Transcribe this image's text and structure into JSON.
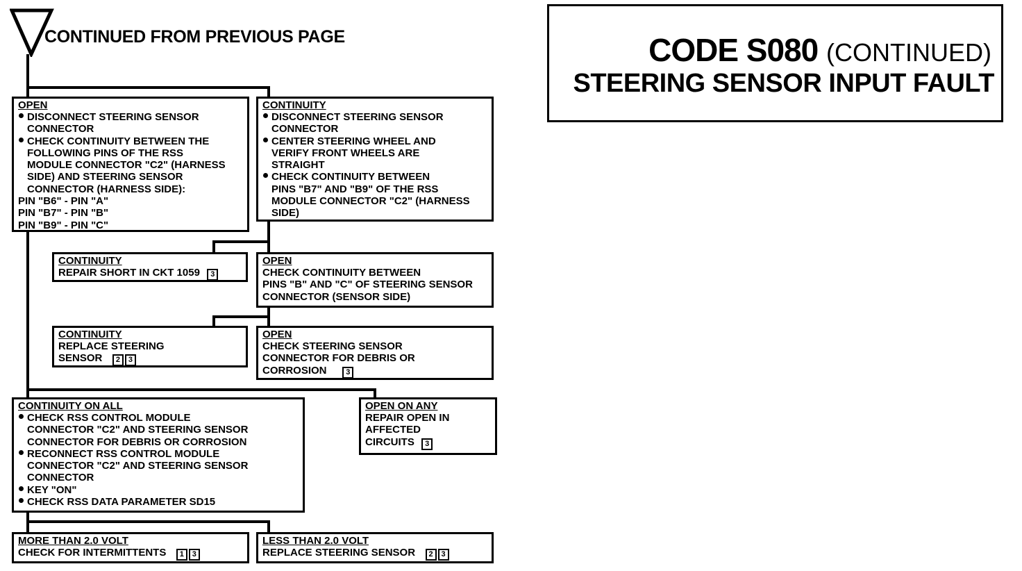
{
  "header": {
    "continued_from": "CONTINUED FROM PREVIOUS PAGE"
  },
  "title_block": {
    "code": "CODE S080",
    "continued": "(CONTINUED)",
    "fault_name": "STEERING SENSOR INPUT FAULT"
  },
  "boxes": {
    "open_1": {
      "header": "OPEN",
      "lines": [
        "DISCONNECT STEERING SENSOR",
        "CONNECTOR",
        "CHECK CONTINUITY BETWEEN THE",
        "FOLLOWING PINS OF THE RSS",
        "MODULE CONNECTOR \"C2\" (HARNESS",
        "SIDE) AND STEERING SENSOR",
        "CONNECTOR (HARNESS SIDE):",
        "PIN \"B6\" - PIN \"A\"",
        "PIN \"B7\" - PIN \"B\"",
        "PIN \"B9\" - PIN \"C\""
      ]
    },
    "continuity_1": {
      "header": "CONTINUITY",
      "lines": [
        "DISCONNECT STEERING SENSOR",
        "CONNECTOR",
        "CENTER STEERING WHEEL AND",
        "VERIFY FRONT WHEELS ARE",
        "STRAIGHT",
        "CHECK CONTINUITY BETWEEN",
        "PINS \"B7\" AND \"B9\" OF THE RSS",
        "MODULE CONNECTOR \"C2\" (HARNESS",
        "SIDE)"
      ]
    },
    "continuity_2": {
      "header": "CONTINUITY",
      "text": "REPAIR SHORT IN CKT 1059",
      "refs": [
        "3"
      ]
    },
    "open_2": {
      "header": "OPEN",
      "lines": [
        "CHECK CONTINUITY BETWEEN",
        "PINS \"B\" AND \"C\" OF STEERING SENSOR",
        "CONNECTOR (SENSOR SIDE)"
      ]
    },
    "continuity_3": {
      "header": "CONTINUITY",
      "line1": "REPLACE STEERING",
      "line2": "SENSOR",
      "refs": [
        "2",
        "3"
      ]
    },
    "open_3": {
      "header": "OPEN",
      "line1": "CHECK STEERING SENSOR",
      "line2": "CONNECTOR FOR DEBRIS OR",
      "line3": "CORROSION",
      "refs": [
        "3"
      ]
    },
    "continuity_all": {
      "header": "CONTINUITY ON ALL",
      "lines": [
        "CHECK RSS CONTROL MODULE",
        "CONNECTOR \"C2\" AND  STEERING SENSOR",
        "CONNECTOR FOR DEBRIS OR CORROSION",
        "RECONNECT RSS CONTROL MODULE",
        "CONNECTOR \"C2\"  AND STEERING SENSOR",
        "CONNECTOR",
        "KEY \"ON\"",
        "CHECK RSS DATA PARAMETER SD15"
      ]
    },
    "open_any": {
      "header": "OPEN ON ANY",
      "line1": "REPAIR OPEN IN",
      "line2": "AFFECTED",
      "line3": "CIRCUITS",
      "refs": [
        "3"
      ]
    },
    "more_than": {
      "header": "MORE THAN 2.0 VOLT",
      "text": "CHECK FOR INTERMITTENTS",
      "refs": [
        "1",
        "3"
      ]
    },
    "less_than": {
      "header": "LESS THAN 2.0 VOLT",
      "text": "REPLACE STEERING SENSOR",
      "refs": [
        "2",
        "3"
      ]
    }
  }
}
